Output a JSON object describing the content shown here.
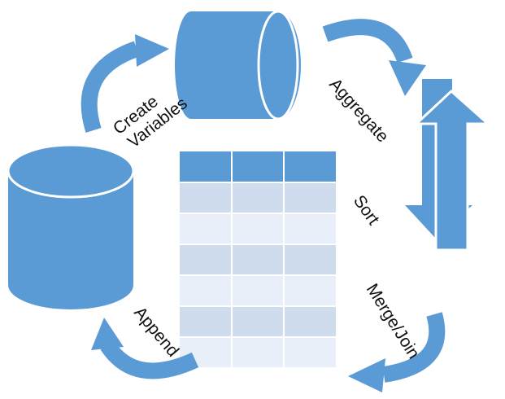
{
  "labels": {
    "create_line1": "Create",
    "create_line2": "Variables",
    "aggregate": "Aggregate",
    "sort": "Sort",
    "merge_join": "Merge/Join",
    "append": "Append"
  },
  "colors": {
    "shape_fill": "#5b9bd5",
    "shape_stroke": "#4a86c0",
    "table_header": "#5b9bd5",
    "table_row_dark": "#cfdcee",
    "table_row_light": "#e9eff8",
    "table_grid": "#ffffff"
  },
  "table": {
    "columns": 3,
    "body_rows": 6
  }
}
